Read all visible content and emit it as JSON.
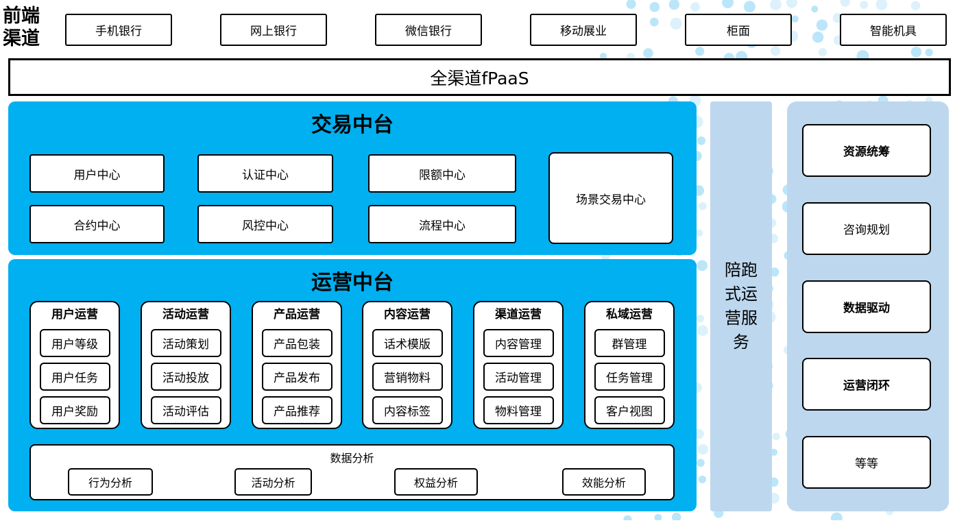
{
  "colors": {
    "primary_blue": "#00B0F0",
    "light_blue": "#BDD7EE",
    "dot_light": "#DCF1FC",
    "dot_dark": "#BBE6F9"
  },
  "frontend": {
    "label": "前端\n渠道",
    "channels": [
      "手机银行",
      "网上银行",
      "微信银行",
      "移动展业",
      "柜面",
      "智能机具"
    ]
  },
  "fpaas": {
    "label": "全渠道fPaaS"
  },
  "trade_platform": {
    "title": "交易中台",
    "centers": [
      "用户中心",
      "认证中心",
      "限额中心",
      "合约中心",
      "风控中心",
      "流程中心"
    ],
    "scene_center": "场景交易中心"
  },
  "ops_platform": {
    "title": "运营中台",
    "groups": [
      {
        "title": "用户运营",
        "items": [
          "用户等级",
          "用户任务",
          "用户奖励"
        ]
      },
      {
        "title": "活动运营",
        "items": [
          "活动策划",
          "活动投放",
          "活动评估"
        ]
      },
      {
        "title": "产品运营",
        "items": [
          "产品包装",
          "产品发布",
          "产品推荐"
        ]
      },
      {
        "title": "内容运营",
        "items": [
          "话术模版",
          "营销物料",
          "内容标签"
        ]
      },
      {
        "title": "渠道运营",
        "items": [
          "内容管理",
          "活动管理",
          "物料管理"
        ]
      },
      {
        "title": "私域运营",
        "items": [
          "群管理",
          "任务管理",
          "客户视图"
        ]
      }
    ],
    "analysis": {
      "title": "数据分析",
      "items": [
        "行为分析",
        "活动分析",
        "权益分析",
        "效能分析"
      ]
    }
  },
  "accompany_bar": {
    "label": "陪跑式运营服务"
  },
  "service_panel": {
    "items": [
      "资源统筹",
      "咨询规划",
      "数据驱动",
      "运营闭环",
      "等等"
    ]
  }
}
